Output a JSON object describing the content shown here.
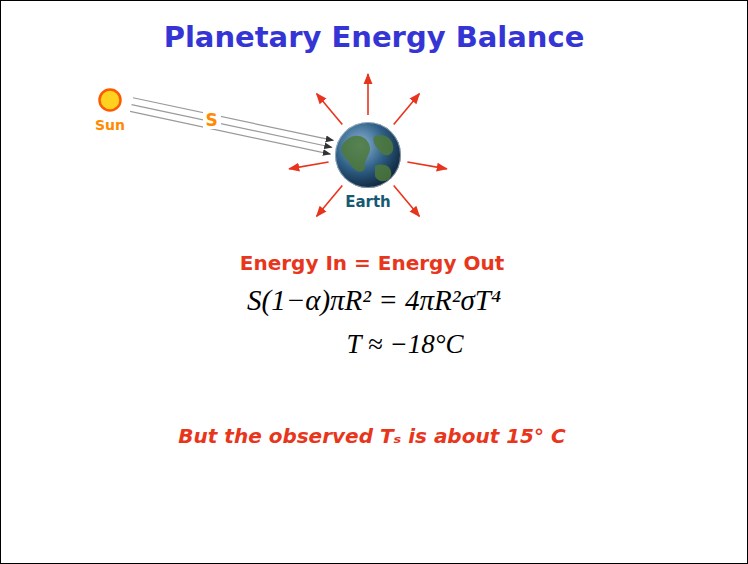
{
  "diagram": {
    "title": "Planetary Energy Balance",
    "nodes": [
      {
        "text": [
          "Sun"
        ]
      },
      {
        "text": [
          "Earth"
        ]
      }
    ],
    "edges": [
      {
        "from": 0,
        "to": 1,
        "arrow": "to",
        "label": "S"
      }
    ],
    "labels": [
      "Energy In = Energy Out",
      "S(1−α)πR² = 4πR²σT⁴",
      "T ≈ −18°C",
      "But the observed Tₛ is about 15° C"
    ]
  }
}
